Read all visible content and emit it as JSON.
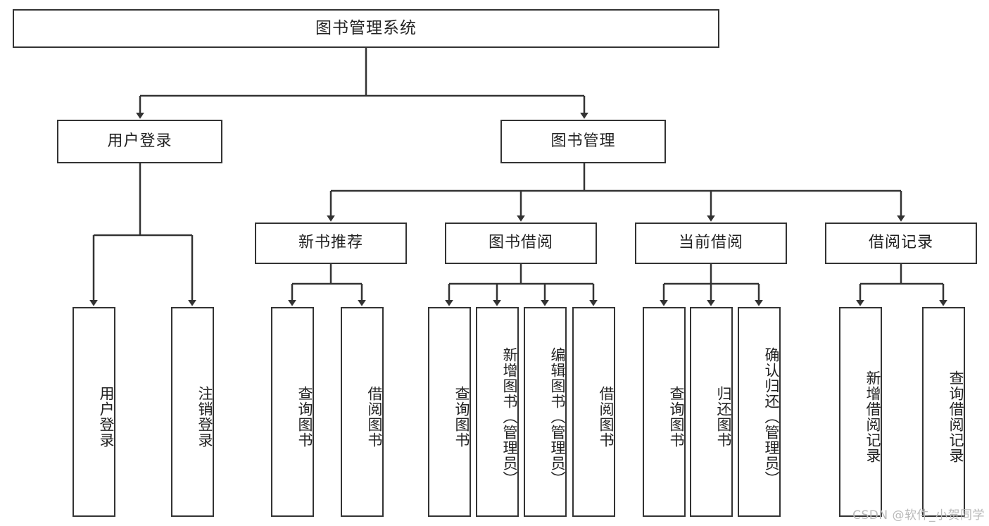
{
  "diagram": {
    "title": "图书管理系统",
    "type": "功能结构图",
    "root": {
      "id": "root",
      "label": "图书管理系统"
    },
    "level2": [
      {
        "id": "user-login",
        "label": "用户登录"
      },
      {
        "id": "book-manage",
        "label": "图书管理"
      }
    ],
    "level3": [
      {
        "id": "new-book-recommend",
        "label": "新书推荐",
        "parent": "book-manage"
      },
      {
        "id": "book-borrow",
        "label": "图书借阅",
        "parent": "book-manage"
      },
      {
        "id": "current-borrow",
        "label": "当前借阅",
        "parent": "book-manage"
      },
      {
        "id": "borrow-record",
        "label": "借阅记录",
        "parent": "book-manage"
      }
    ],
    "leaves": [
      {
        "id": "leaf-user-login",
        "label": "用户登录",
        "parent": "user-login"
      },
      {
        "id": "leaf-user-logout",
        "label": "注销登录",
        "parent": "user-login"
      },
      {
        "id": "leaf-query-book-rec",
        "label": "查询图书",
        "parent": "new-book-recommend"
      },
      {
        "id": "leaf-borrow-book-rec",
        "label": "借阅图书",
        "parent": "new-book-recommend"
      },
      {
        "id": "leaf-query-book-borrow",
        "label": "查询图书",
        "parent": "book-borrow"
      },
      {
        "id": "leaf-add-book",
        "label": "新增图书（管理员）",
        "parent": "book-borrow"
      },
      {
        "id": "leaf-edit-book",
        "label": "编辑图书（管理员）",
        "parent": "book-borrow"
      },
      {
        "id": "leaf-borrow-book",
        "label": "借阅图书",
        "parent": "book-borrow"
      },
      {
        "id": "leaf-query-book-cur",
        "label": "查询图书",
        "parent": "current-borrow"
      },
      {
        "id": "leaf-return-book",
        "label": "归还图书",
        "parent": "current-borrow"
      },
      {
        "id": "leaf-confirm-return",
        "label": "确认归还（管理员）",
        "parent": "current-borrow"
      },
      {
        "id": "leaf-add-record",
        "label": "新增借阅记录",
        "parent": "borrow-record"
      },
      {
        "id": "leaf-query-record",
        "label": "查询借阅记录",
        "parent": "borrow-record"
      }
    ],
    "colors": {
      "stroke": "#333333",
      "fill": "#ffffff",
      "text": "#222222",
      "watermark": "#b9b9b9"
    }
  },
  "watermark": {
    "text": "CSDN @软件_小贺同学"
  }
}
